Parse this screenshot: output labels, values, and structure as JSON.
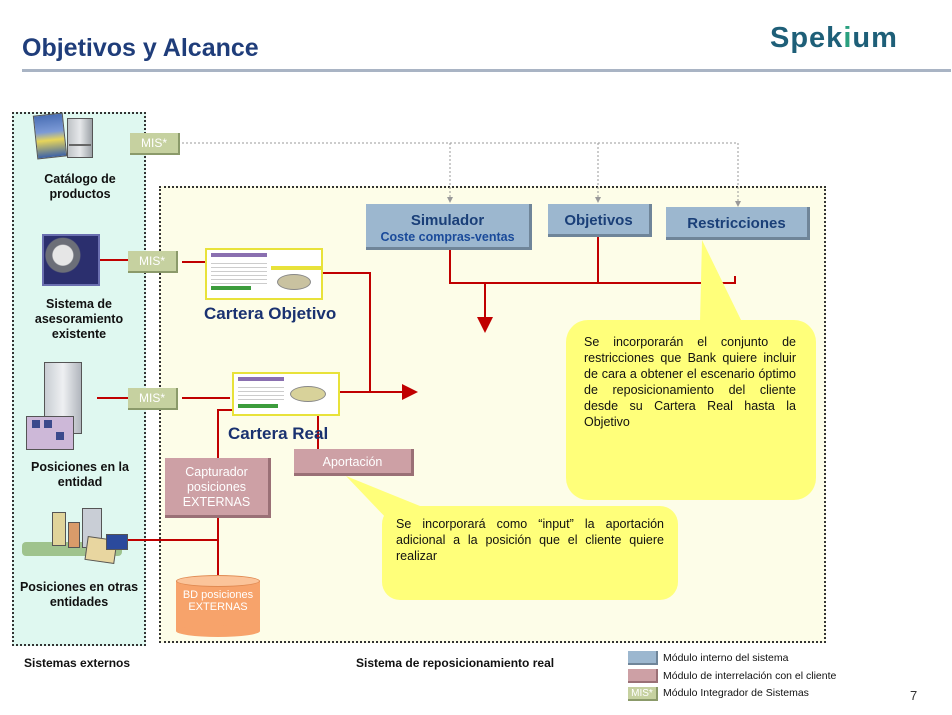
{
  "header": {
    "title": "Objetivos y Alcance",
    "logo_pre": "Spek",
    "logo_i": "i",
    "logo_post": "um"
  },
  "external": {
    "catalogo": "Catálogo de productos",
    "sistema": "Sistema de asesoramiento existente",
    "posiciones_entidad": "Posiciones en la entidad",
    "posiciones_otras": "Posiciones en otras entidades",
    "footer": "Sistemas externos"
  },
  "mis_label": "MIS*",
  "modules": {
    "simulador_title": "Simulador",
    "simulador_sub": "Coste compras-ventas",
    "objetivos": "Objetivos",
    "restricciones": "Restricciones",
    "capturador": "Capturador posiciones EXTERNAS",
    "aportacion": "Aportación",
    "bd": "BD posiciones EXTERNAS"
  },
  "carteras": {
    "objetivo": "Cartera Objetivo",
    "real": "Cartera Real"
  },
  "bubbles": {
    "restricciones": "Se incorporarán el conjunto de restricciones que Bank quiere incluir de cara a obtener el escenario óptimo de reposicionamiento del cliente desde su Cartera Real hasta la Objetivo",
    "aportacion": "Se incorporará como “input” la aportación adicional a la posición que el cliente quiere realizar"
  },
  "system_footer": "Sistema de reposicionamiento real",
  "legend": [
    {
      "label": "Módulo interno del sistema",
      "color": "#9cb7cf"
    },
    {
      "label": "Módulo de interrelación con el  cliente",
      "color": "#cda0a5"
    },
    {
      "label": "Módulo Integrador de Sistemas",
      "color": "#c6d1a0",
      "badge": "MIS*"
    }
  ],
  "page_number": "7"
}
